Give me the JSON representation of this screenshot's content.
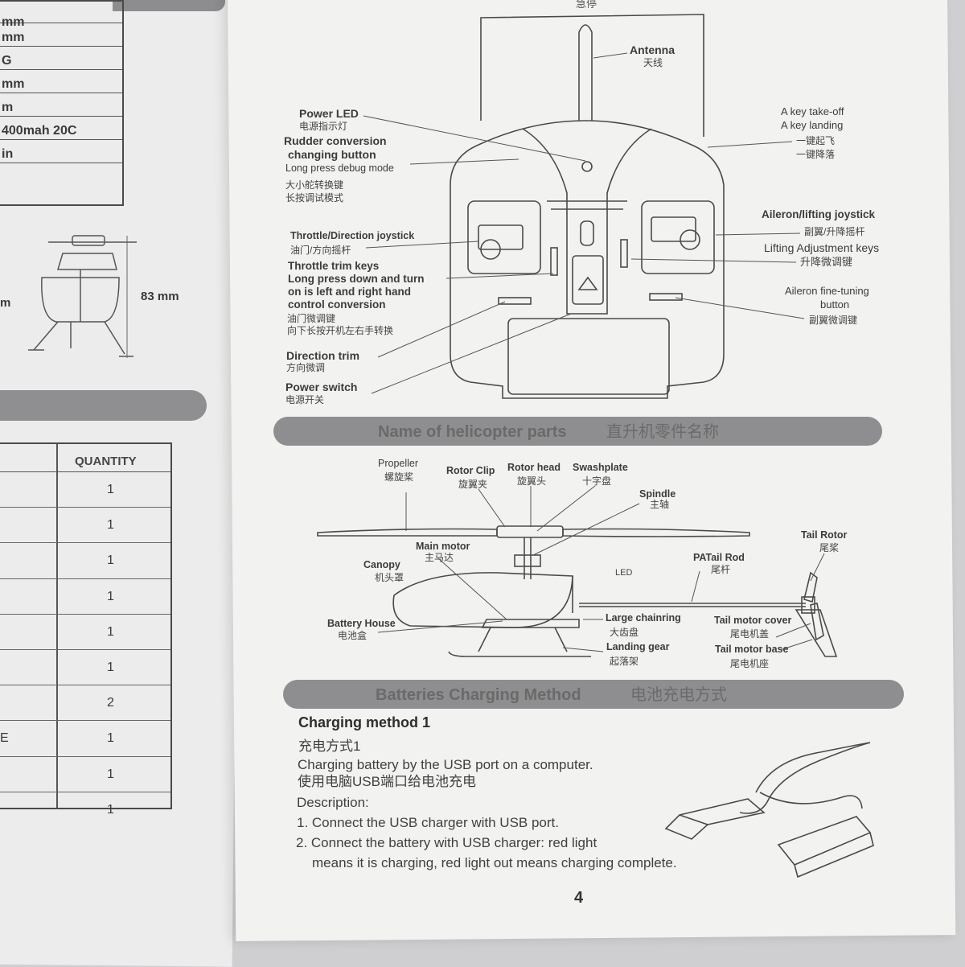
{
  "left_page": {
    "spec_rows": [
      "mm",
      "mm",
      "G",
      "mm",
      "m",
      "400mah 20C",
      "in",
      ""
    ],
    "dimension_left": "m",
    "dimension_height": "83  mm",
    "quantity_header": "QUANTITY",
    "quantity_values": [
      "1",
      "1",
      "1",
      "1",
      "1",
      "1",
      "2",
      "1",
      "1",
      "1"
    ],
    "row_fragment": "E"
  },
  "transmitter": {
    "top_cut_label": "急停",
    "antenna": {
      "en": "Antenna",
      "cn": "天线"
    },
    "power_led": {
      "en": "Power LED",
      "cn": "电源指示灯"
    },
    "rudder": {
      "en1": "Rudder conversion",
      "en2": "changing button",
      "en3": "Long press debug mode",
      "cn1": "大小舵转换键",
      "cn2": "长按调试模式"
    },
    "throttle_joystick": {
      "en": "Throttle/Direction joystick",
      "cn": "油门/方向摇杆"
    },
    "throttle_trim": {
      "en1": "Throttle trim keys",
      "en2": "Long press down and turn",
      "en3": "on is left and right hand",
      "en4": "control conversion",
      "cn1": "油门微调键",
      "cn2": "向下长按开机左右手转换"
    },
    "direction_trim": {
      "en": "Direction trim",
      "cn": "方向微调"
    },
    "power_switch": {
      "en": "Power switch",
      "cn": "电源开关"
    },
    "takeoff": {
      "en1": "A key take-off",
      "en2": "A key landing",
      "cn1": "一键起飞",
      "cn2": "一键降落"
    },
    "aileron_joystick": {
      "en": "Aileron/lifting joystick",
      "cn": "副翼/升降摇杆"
    },
    "lifting_keys": {
      "en": "Lifting Adjustment keys",
      "cn": "升降微调键"
    },
    "aileron_fine": {
      "en1": "Aileron fine-tuning",
      "en2": "button",
      "cn": "副翼微调键"
    }
  },
  "parts_section": {
    "title_en": "Name of helicopter parts",
    "title_cn": "直升机零件名称",
    "propeller": {
      "en": "Propeller",
      "cn": "螺旋桨"
    },
    "rotor_clip": {
      "en": "Rotor Clip",
      "cn": "旋翼夹"
    },
    "rotor_head": {
      "en": "Rotor head",
      "cn": "旋翼头"
    },
    "swashplate": {
      "en": "Swashplate",
      "cn": "十字盘"
    },
    "spindle": {
      "en": "Spindle",
      "cn": "主轴"
    },
    "main_motor": {
      "en": "Main motor",
      "cn": "主马达"
    },
    "canopy": {
      "en": "Canopy",
      "cn": "机头罩"
    },
    "led": "LED",
    "tail_rod": {
      "en": "PATail Rod",
      "cn": "尾杆"
    },
    "tail_rotor": {
      "en": "Tail Rotor",
      "cn": "尾桨"
    },
    "battery_house": {
      "en": "Battery House",
      "cn": "电池盒"
    },
    "chainring": {
      "en": "Large chainring",
      "cn": "大齿盘"
    },
    "landing_gear": {
      "en": "Landing gear",
      "cn": "起落架"
    },
    "tail_motor_cover": {
      "en": "Tail motor cover",
      "cn": "尾电机盖"
    },
    "tail_motor_base": {
      "en": "Tail motor base",
      "cn": "尾电机座"
    }
  },
  "charging_section": {
    "title_en": "Batteries Charging Method",
    "title_cn": "电池充电方式",
    "method_heading": "Charging method 1",
    "method_cn": "充电方式1",
    "line1": "Charging battery by the USB port on a computer.",
    "line1_cn": "使用电脑USB端口给电池充电",
    "description": "Description:",
    "step1": "1. Connect the USB charger with USB port.",
    "step2a": "2. Connect the battery with USB charger: red light",
    "step2b": "means it is charging, red light out means charging complete."
  },
  "page_number": "4"
}
